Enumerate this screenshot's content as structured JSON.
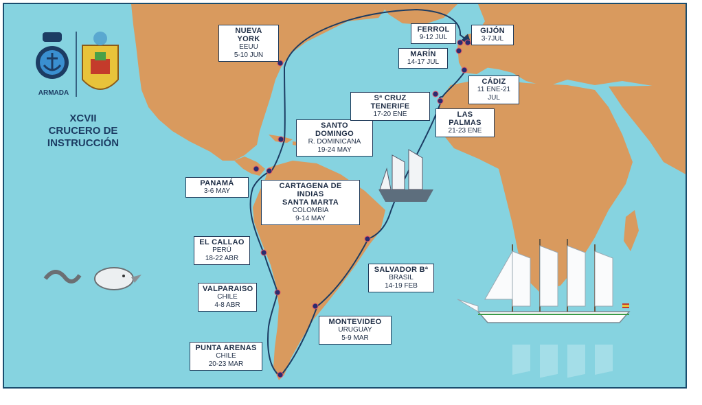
{
  "colors": {
    "ocean": "#86d3e0",
    "land": "#d99a5e",
    "route": "#1c3c63",
    "port_dot": "#2a2d6e",
    "border": "#1a4d6e"
  },
  "header": {
    "emblem_caption": "ARMADA",
    "title_lines": [
      "XCVII",
      "CRUCERO DE",
      "INSTRUCCIÓN"
    ]
  },
  "icons": [
    "armada-anchor-emblem",
    "coat-of-arms",
    "galleon-illustration",
    "sea-serpent-illustration",
    "tall-ship-illustration"
  ],
  "ports": [
    {
      "id": "nueva-york",
      "name": "NUEVA YORK",
      "country": "EEUU",
      "dates": "5-10 JUN"
    },
    {
      "id": "santo-domingo",
      "name": "SANTO DOMINGO",
      "country": "R. DOMINICANA",
      "dates": "19-24 MAY"
    },
    {
      "id": "panama",
      "name": "PANAMÁ",
      "country": "",
      "dates": "3-6 MAY"
    },
    {
      "id": "cartagena",
      "name": "CARTAGENA DE INDIAS",
      "name2": "SANTA MARTA",
      "country": "COLOMBIA",
      "dates": "9-14 MAY"
    },
    {
      "id": "el-callao",
      "name": "EL CALLAO",
      "country": "PERÚ",
      "dates": "18-22 ABR"
    },
    {
      "id": "valparaiso",
      "name": "VALPARAISO",
      "country": "CHILE",
      "dates": "4-8 ABR"
    },
    {
      "id": "punta-arenas",
      "name": "PUNTA ARENAS",
      "country": "CHILE",
      "dates": "20-23 MAR"
    },
    {
      "id": "montevideo",
      "name": "MONTEVIDEO",
      "country": "URUGUAY",
      "dates": "5-9 MAR"
    },
    {
      "id": "salvador",
      "name": "SALVADOR Bª",
      "country": "BRASIL",
      "dates": "14-19 FEB"
    },
    {
      "id": "las-palmas",
      "name": "LAS PALMAS",
      "country": "",
      "dates": "21-23 ENE"
    },
    {
      "id": "tenerife",
      "name": "Sª CRUZ TENERIFE",
      "country": "",
      "dates": "17-20 ENE"
    },
    {
      "id": "cadiz",
      "name": "CÁDIZ",
      "country": "",
      "dates": "11 ENE-21 JUL"
    },
    {
      "id": "marin",
      "name": "MARÍN",
      "country": "",
      "dates": "14-17 JUL"
    },
    {
      "id": "ferrol",
      "name": "FERROL",
      "country": "",
      "dates": "9-12 JUL"
    },
    {
      "id": "gijon",
      "name": "GIJÓN",
      "country": "",
      "dates": "3-7JUL"
    }
  ]
}
